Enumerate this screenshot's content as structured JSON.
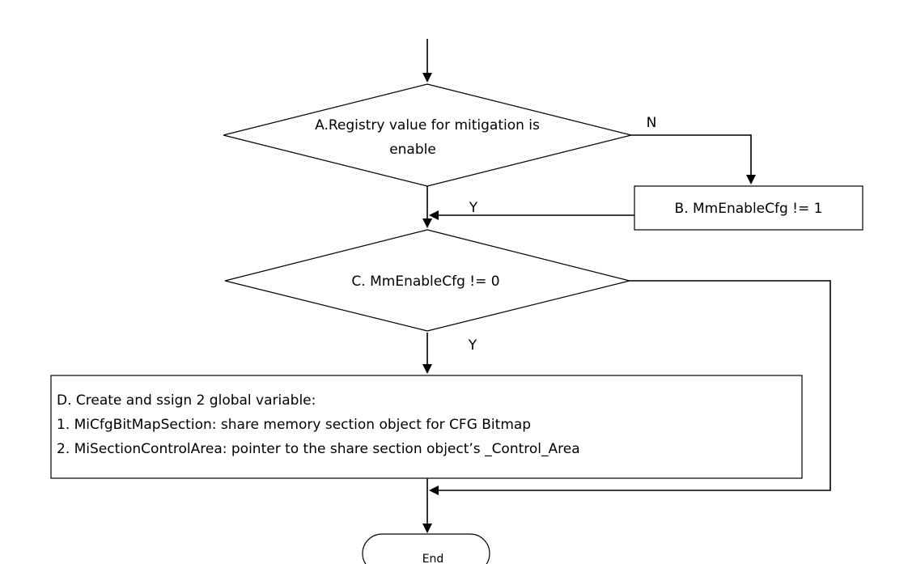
{
  "nodes": {
    "a": {
      "line1": "A.Registry value for mitigation  is",
      "line2": "enable"
    },
    "b": {
      "text": "B. MmEnableCfg != 1"
    },
    "c": {
      "text": "C. MmEnableCfg != 0"
    },
    "d": {
      "line1": "D. Create and ssign 2 global variable:",
      "line2": "1.  MiCfgBitMapSection: share memory section object for CFG Bitmap",
      "line3": "2. MiSectionControlArea:  pointer to the share section object’s _Control_Area"
    },
    "end": {
      "text": "End"
    }
  },
  "edge_labels": {
    "a_no": "N",
    "b_yes": "Y",
    "c_yes": "Y"
  }
}
